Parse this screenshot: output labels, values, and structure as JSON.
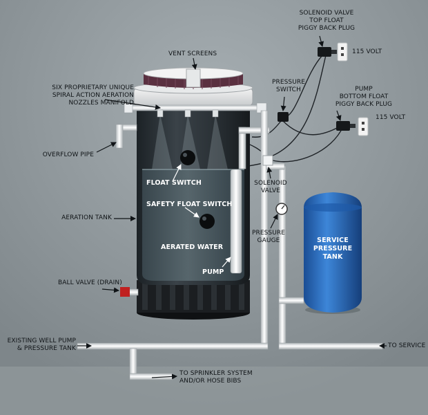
{
  "labels": {
    "vent_screens": "VENT SCREENS",
    "nozzles": [
      "SIX PROPRIETARY UNIQUE",
      "SPIRAL ACTION AERATION",
      "NOZZLES MANIFOLD"
    ],
    "overflow_pipe": "OVERFLOW PIPE",
    "float_switch": "FLOAT SWITCH",
    "safety_float_switch": "SAFETY FLOAT SWITCH",
    "aeration_tank": "AERATION TANK",
    "aerated_water": "AERATED WATER",
    "pump_inside": "PUMP",
    "ball_valve": "BALL VALVE (DRAIN)",
    "existing_well_pump": [
      "EXISTING WELL PUMP",
      "& PRESSURE TANK"
    ],
    "sprinkler": [
      "TO SPRINKLER SYSTEM",
      "AND/OR HOSE BIBS"
    ],
    "to_service": "TO SERVICE",
    "solenoid_valve_top": [
      "SOLENOID VALVE",
      "TOP FLOAT",
      "PIGGY BACK PLUG"
    ],
    "volt_top": "115 VOLT",
    "pressure_switch": [
      "PRESSURE",
      "SWITCH"
    ],
    "pump_bottom": [
      "PUMP",
      "BOTTOM FLOAT",
      "PIGGY BACK PLUG"
    ],
    "volt_bottom": "115 VOLT",
    "solenoid_valve": [
      "SOLENOID",
      "VALVE"
    ],
    "pressure_gauge": [
      "PRESSURE",
      "GAUGE"
    ],
    "service_tank": [
      "SERVICE",
      "PRESSURE",
      "TANK"
    ]
  },
  "colors": {
    "background": "#8f979b",
    "tank_body": "#2a3035",
    "water": "#3c4a50",
    "pipe": "#e8ebec",
    "service_tank": "#1f5fb0",
    "base": "#1a1d20",
    "vent_screen": "#5a3040",
    "valve_handle": "#c02020"
  }
}
